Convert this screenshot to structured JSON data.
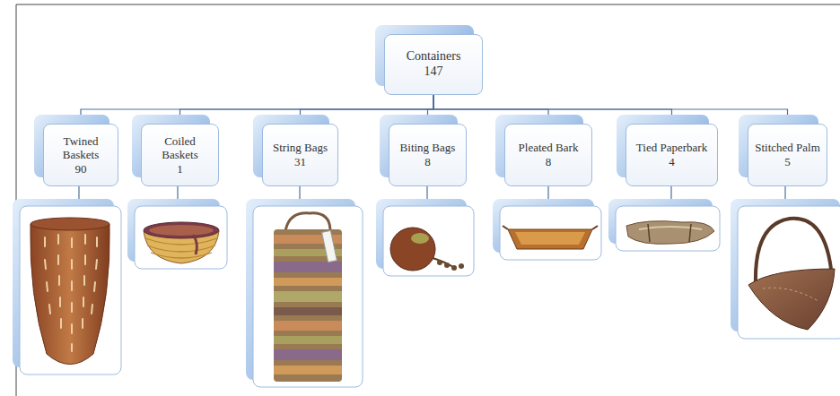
{
  "diagram": {
    "nodes": [
      {
        "text": [
          "Containers",
          "147"
        ]
      },
      {
        "text": [
          "Twined Baskets",
          "90"
        ]
      },
      {
        "text": [
          "Coiled Baskets",
          "1"
        ]
      },
      {
        "text": [
          "String Bags",
          "31"
        ]
      },
      {
        "text": [
          "Biting Bags",
          "8"
        ]
      },
      {
        "text": [
          "Pleated Bark",
          "8"
        ]
      },
      {
        "text": [
          "Tied Paperbark",
          "4"
        ]
      },
      {
        "text": [
          "Stitched Palm",
          "5"
        ]
      }
    ],
    "edges": [
      {
        "from": 0,
        "to": 1,
        "arrow": "none"
      },
      {
        "from": 0,
        "to": 2,
        "arrow": "none"
      },
      {
        "from": 0,
        "to": 3,
        "arrow": "none"
      },
      {
        "from": 0,
        "to": 4,
        "arrow": "none"
      },
      {
        "from": 0,
        "to": 5,
        "arrow": "none"
      },
      {
        "from": 0,
        "to": 6,
        "arrow": "none"
      },
      {
        "from": 0,
        "to": 7,
        "arrow": "none"
      }
    ]
  }
}
